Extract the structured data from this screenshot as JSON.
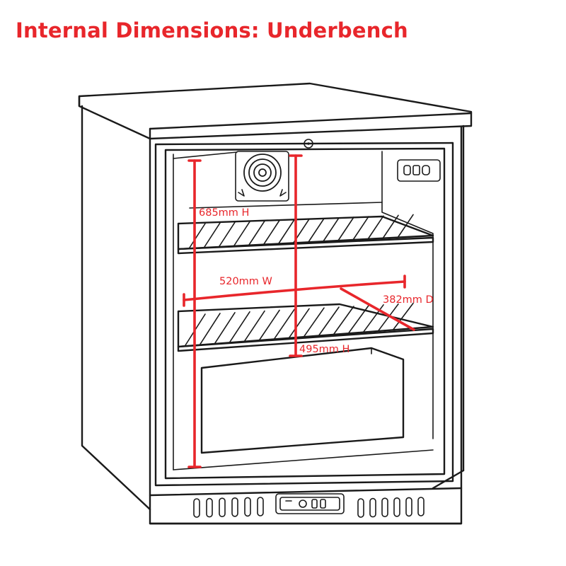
{
  "title": "Internal Dimensions: Underbench",
  "accent_color": "#e8262b",
  "line_color": "#1a1a1a",
  "icons": [
    "padlock-icon",
    "fan-icon",
    "thermostat-display-icon",
    "controller-display-icon"
  ],
  "dimensions": {
    "height_full": "685mm H",
    "height_lower": "495mm H",
    "width": "520mm W",
    "depth": "382mm D"
  }
}
